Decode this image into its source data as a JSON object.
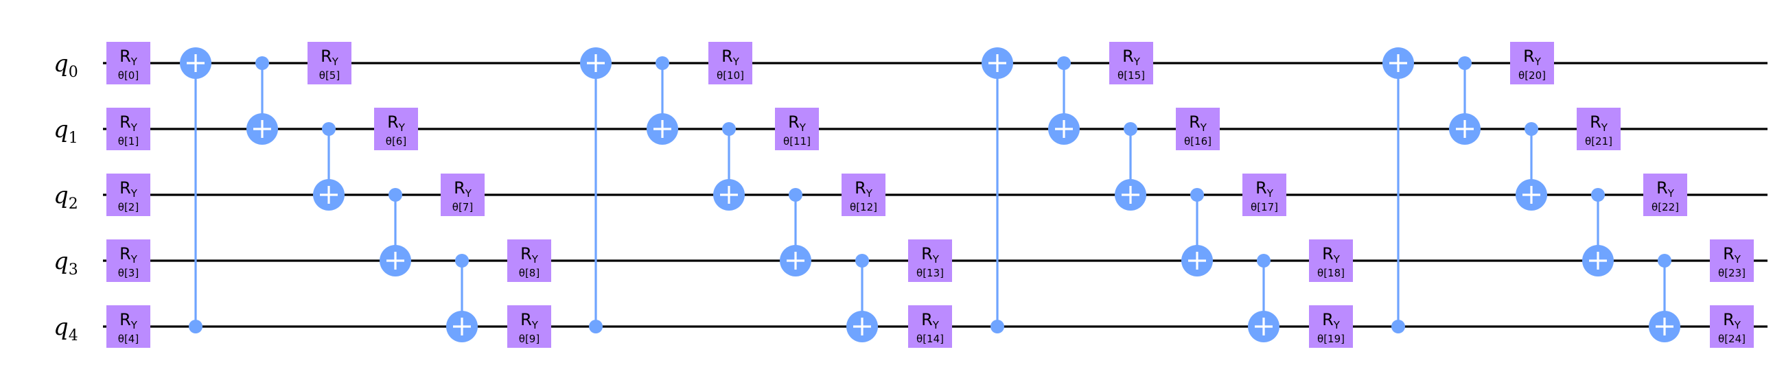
{
  "qubits": [
    {
      "name": "q",
      "index": "0"
    },
    {
      "name": "q",
      "index": "1"
    },
    {
      "name": "q",
      "index": "2"
    },
    {
      "name": "q",
      "index": "3"
    },
    {
      "name": "q",
      "index": "4"
    }
  ],
  "gate_label": {
    "base": "R",
    "sub": "Y"
  },
  "colors": {
    "wire": "#000000",
    "cnot": "#6fa4ff",
    "ry_gate": "#bb8bff"
  },
  "layers": [
    {
      "ry_params": [
        "θ[0]",
        "θ[1]",
        "θ[2]",
        "θ[3]",
        "θ[4]"
      ],
      "cnots": [
        {
          "control": 4,
          "target": 0
        },
        {
          "control": 0,
          "target": 1
        },
        {
          "control": 1,
          "target": 2
        },
        {
          "control": 2,
          "target": 3
        },
        {
          "control": 3,
          "target": 4
        }
      ]
    },
    {
      "ry_params": [
        "θ[5]",
        "θ[6]",
        "θ[7]",
        "θ[8]",
        "θ[9]"
      ],
      "cnots": [
        {
          "control": 4,
          "target": 0
        },
        {
          "control": 0,
          "target": 1
        },
        {
          "control": 1,
          "target": 2
        },
        {
          "control": 2,
          "target": 3
        },
        {
          "control": 3,
          "target": 4
        }
      ]
    },
    {
      "ry_params": [
        "θ[10]",
        "θ[11]",
        "θ[12]",
        "θ[13]",
        "θ[14]"
      ],
      "cnots": [
        {
          "control": 4,
          "target": 0
        },
        {
          "control": 0,
          "target": 1
        },
        {
          "control": 1,
          "target": 2
        },
        {
          "control": 2,
          "target": 3
        },
        {
          "control": 3,
          "target": 4
        }
      ]
    },
    {
      "ry_params": [
        "θ[15]",
        "θ[16]",
        "θ[17]",
        "θ[18]",
        "θ[19]"
      ],
      "cnots": [
        {
          "control": 4,
          "target": 0
        },
        {
          "control": 0,
          "target": 1
        },
        {
          "control": 1,
          "target": 2
        },
        {
          "control": 2,
          "target": 3
        },
        {
          "control": 3,
          "target": 4
        }
      ]
    },
    {
      "ry_params": [
        "θ[20]",
        "θ[21]",
        "θ[22]",
        "θ[23]",
        "θ[24]"
      ],
      "cnots": []
    }
  ]
}
